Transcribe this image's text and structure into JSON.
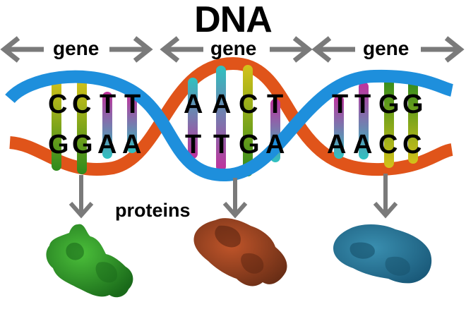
{
  "title": "DNA",
  "genes": [
    {
      "label": "gene",
      "top_strand": [
        "C",
        "C",
        "T",
        "T"
      ],
      "bottom_strand": [
        "G",
        "G",
        "A",
        "A"
      ],
      "protein_color": "#2e8b2e"
    },
    {
      "label": "gene",
      "top_strand": [
        "A",
        "A",
        "C",
        "T"
      ],
      "bottom_strand": [
        "T",
        "T",
        "G",
        "A"
      ],
      "protein_color": "#8b4424"
    },
    {
      "label": "gene",
      "top_strand": [
        "T",
        "T",
        "G",
        "G"
      ],
      "bottom_strand": [
        "A",
        "A",
        "C",
        "C"
      ],
      "protein_color": "#2a6f8f"
    }
  ],
  "proteins_label": "proteins",
  "colors": {
    "strand_blue": "#1e8fdc",
    "strand_orange": "#e0541a",
    "arrow_gray": "#7a7a7a",
    "base_C": "#b8b81e",
    "base_G": "#3f9a1e",
    "base_A": "#2fc2c0",
    "base_T": "#c2309c"
  }
}
